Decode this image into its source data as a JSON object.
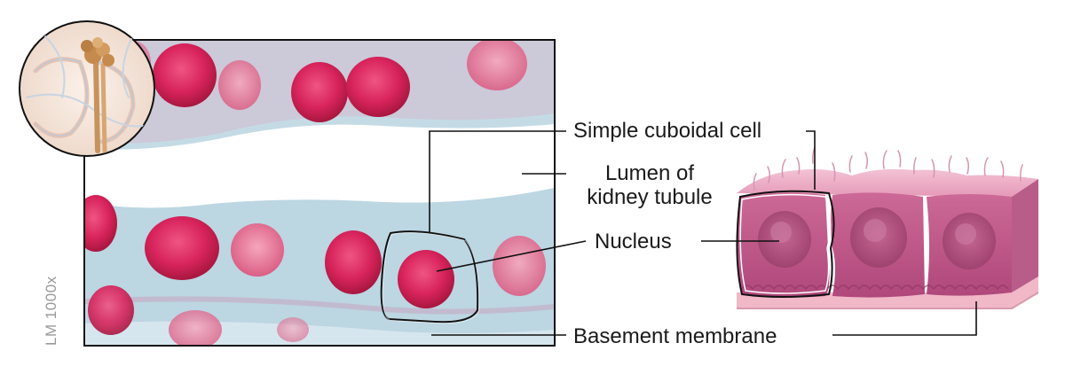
{
  "labels": {
    "simple_cuboidal_cell": "Simple cuboidal cell",
    "lumen_line1": "Lumen of",
    "lumen_line2": "kidney tubule",
    "nucleus": "Nucleus",
    "basement_membrane": "Basement membrane"
  },
  "magnification": "LM 1000x",
  "colors": {
    "nucleus_stain": "#d8245c",
    "cytoplasm_stain": "#c4dbe5",
    "lumen_bg": "#ffffff",
    "illustration_cell": "#cf6f9a",
    "illustration_nucleus": "#b24d7f",
    "basement": "#f1b8c8",
    "leader_line": "#111111",
    "label_text": "#1a1a1a",
    "magnification_text": "#9a9a9a"
  },
  "icons": {
    "inset": "kidney-nephron-icon"
  }
}
